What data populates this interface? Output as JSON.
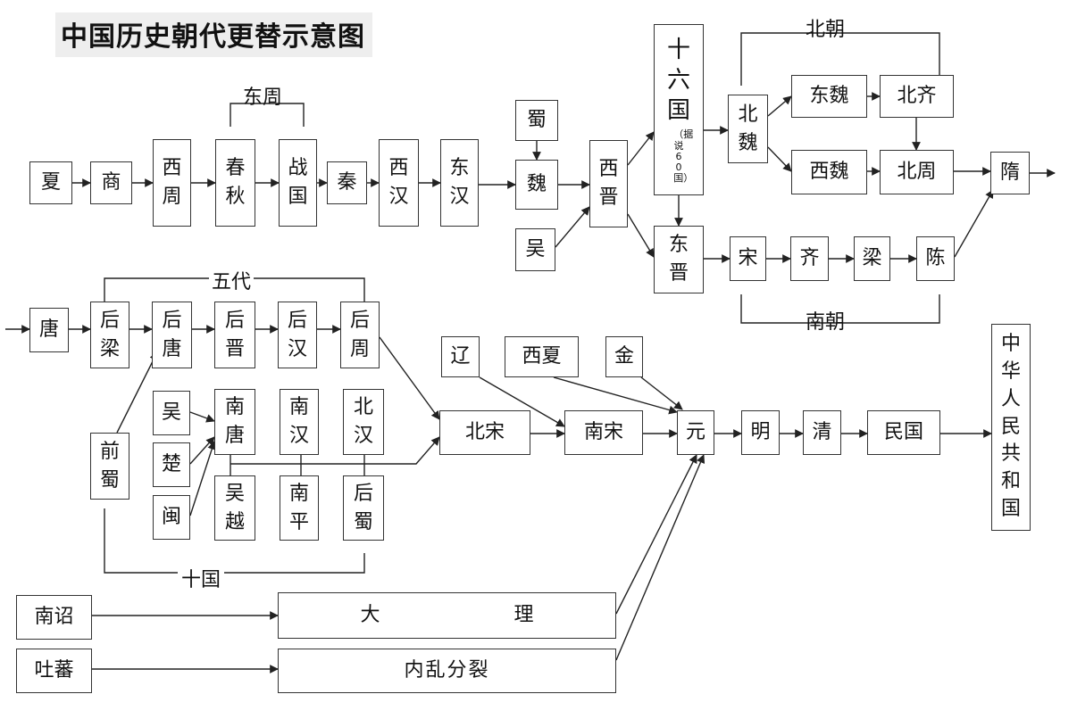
{
  "title": "中国历史朝代更替示意图",
  "groups": {
    "dong_zhou": "东周",
    "bei_chao": "北朝",
    "nan_chao": "南朝",
    "wu_dai": "五代",
    "shi_guo": "十国"
  },
  "nodes": {
    "xia": "夏",
    "shang": "商",
    "xi_zhou": "西周",
    "chun_qiu": "春秋",
    "zhan_guo": "战国",
    "qin": "秦",
    "xi_han": "西汉",
    "dong_han": "东汉",
    "shu": "蜀",
    "wei": "魏",
    "wu": "吴",
    "xi_jin": "西晋",
    "shiliu_guo": "十六国",
    "shiliu_guo_note": "（据说60国）",
    "dong_jin": "东晋",
    "bei_wei": "北魏",
    "dong_wei": "东魏",
    "bei_qi": "北齐",
    "xi_wei": "西魏",
    "bei_zhou": "北周",
    "sui": "隋",
    "song_nan": "宋",
    "qi_nan": "齐",
    "liang_nan": "梁",
    "chen": "陈",
    "tang": "唐",
    "hou_liang": "后梁",
    "hou_tang": "后唐",
    "hou_jin": "后晋",
    "hou_han": "后汉",
    "hou_zhou": "后周",
    "qian_shu": "前蜀",
    "wu_10": "吴",
    "chu": "楚",
    "min": "闽",
    "nan_tang": "南唐",
    "nan_han": "南汉",
    "bei_han": "北汉",
    "wu_yue": "吴越",
    "nan_ping": "南平",
    "hou_shu": "后蜀",
    "liao": "辽",
    "xi_xia": "西夏",
    "jin": "金",
    "bei_song": "北宋",
    "nan_song": "南宋",
    "yuan": "元",
    "ming": "明",
    "qing": "清",
    "min_guo": "民国",
    "prc": "中华人民共和国",
    "nan_zhao": "南诏",
    "tu_fan": "吐蕃",
    "da": "大",
    "li": "理",
    "nei_luan": "内乱分裂"
  }
}
